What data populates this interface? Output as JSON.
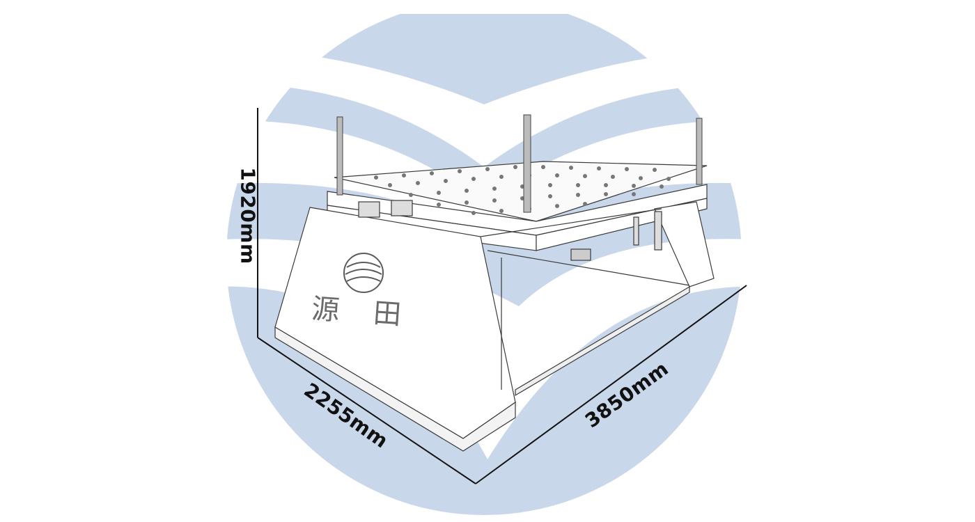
{
  "colors": {
    "background": "#ffffff",
    "accent_shape": "#c9d7ea",
    "outline": "#3a3a3a",
    "dimension_line": "#111111",
    "logo_text": "#6b6b6b"
  },
  "dimensions": {
    "height": "1920mm",
    "width": "2255mm",
    "depth": "3850mm"
  },
  "brand": {
    "logo_text": "源 田"
  }
}
